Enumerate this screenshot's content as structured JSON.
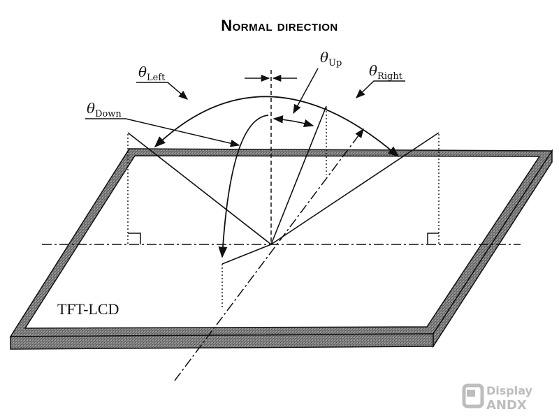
{
  "title": "Normal direction",
  "labels": {
    "left": {
      "symbol": "θ",
      "sub": "Left"
    },
    "up": {
      "symbol": "θ",
      "sub": "Up"
    },
    "right": {
      "symbol": "θ",
      "sub": "Right"
    },
    "down": {
      "symbol": "θ",
      "sub": "Down"
    }
  },
  "panel_label": "TFT-LCD",
  "watermark": {
    "line1": "Display",
    "line2": "ANDX"
  },
  "colors": {
    "line": "#111111",
    "frame_fill": "#8a8a8a",
    "watermark": "#bdbdbd"
  }
}
